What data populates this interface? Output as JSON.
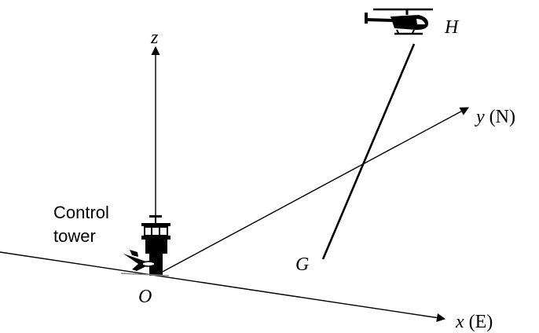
{
  "axes": {
    "z": {
      "var": "z",
      "dir": ""
    },
    "y": {
      "var": "y",
      "dir": " (N)"
    },
    "x": {
      "var": "x",
      "dir": " (E)"
    }
  },
  "points": {
    "origin": "O",
    "helicopter": "H",
    "ground": "G"
  },
  "tower_label": {
    "line1": "Control",
    "line2": "tower"
  },
  "icons": {
    "helicopter": "helicopter-icon",
    "tower": "control-tower-icon",
    "airplane": "airplane-icon"
  },
  "colors": {
    "ink": "#000000",
    "background": "#ffffff"
  }
}
